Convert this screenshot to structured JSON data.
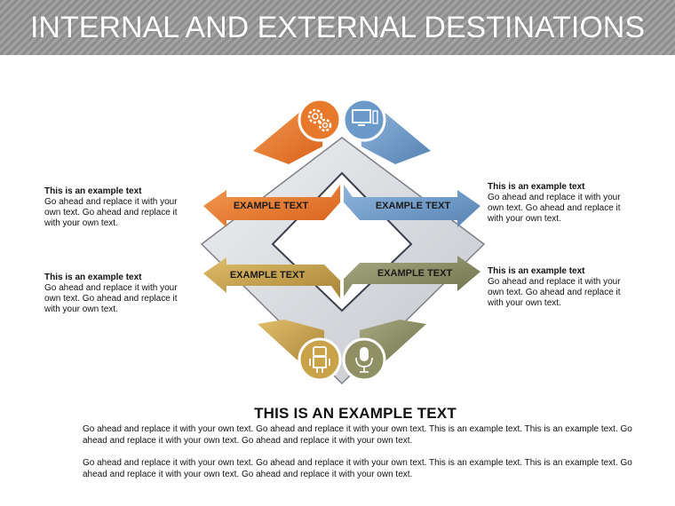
{
  "title": "INTERNAL AND EXTERNAL DESTINATIONS",
  "left_blocks": [
    {
      "heading": "This is an example text",
      "body": "Go ahead and replace it with your own text. Go ahead and replace it with your own text."
    },
    {
      "heading": "This is an example text",
      "body": "Go ahead and replace it with your own text. Go ahead and replace it with your own text."
    }
  ],
  "right_blocks": [
    {
      "heading": "This is an example text",
      "body": "Go ahead and replace it with your own text. Go ahead and replace it with your own text."
    },
    {
      "heading": "This is an example text",
      "body": "Go ahead and replace it with your own text. Go ahead and replace it with your own text."
    }
  ],
  "arrows": {
    "top_left": "EXAMPLE TEXT",
    "top_right": "EXAMPLE TEXT",
    "bottom_left": "EXAMPLE TEXT",
    "bottom_right": "EXAMPLE TEXT"
  },
  "icons": {
    "top_left": "gears-icon",
    "top_right": "computer-icon",
    "bottom_left": "robot-icon",
    "bottom_right": "microphone-icon"
  },
  "colors": {
    "orange": "#e8782a",
    "blue": "#6b9ac8",
    "gold": "#c9a24a",
    "olive": "#8f9164",
    "frame": "#d9dade"
  },
  "bottom": {
    "title": "THIS IS AN EXAMPLE TEXT",
    "paragraphs": [
      "Go ahead and replace it with your own text. Go ahead and replace it with your own text. This is an example text. This is an example text. Go ahead and replace it with your own text. Go ahead and replace it with your own text.",
      "Go ahead and replace it with your own text. Go ahead and replace it with your own text. This is an example text. This is an example text. Go ahead and replace it with your own text. Go ahead and replace it with your own text."
    ]
  }
}
